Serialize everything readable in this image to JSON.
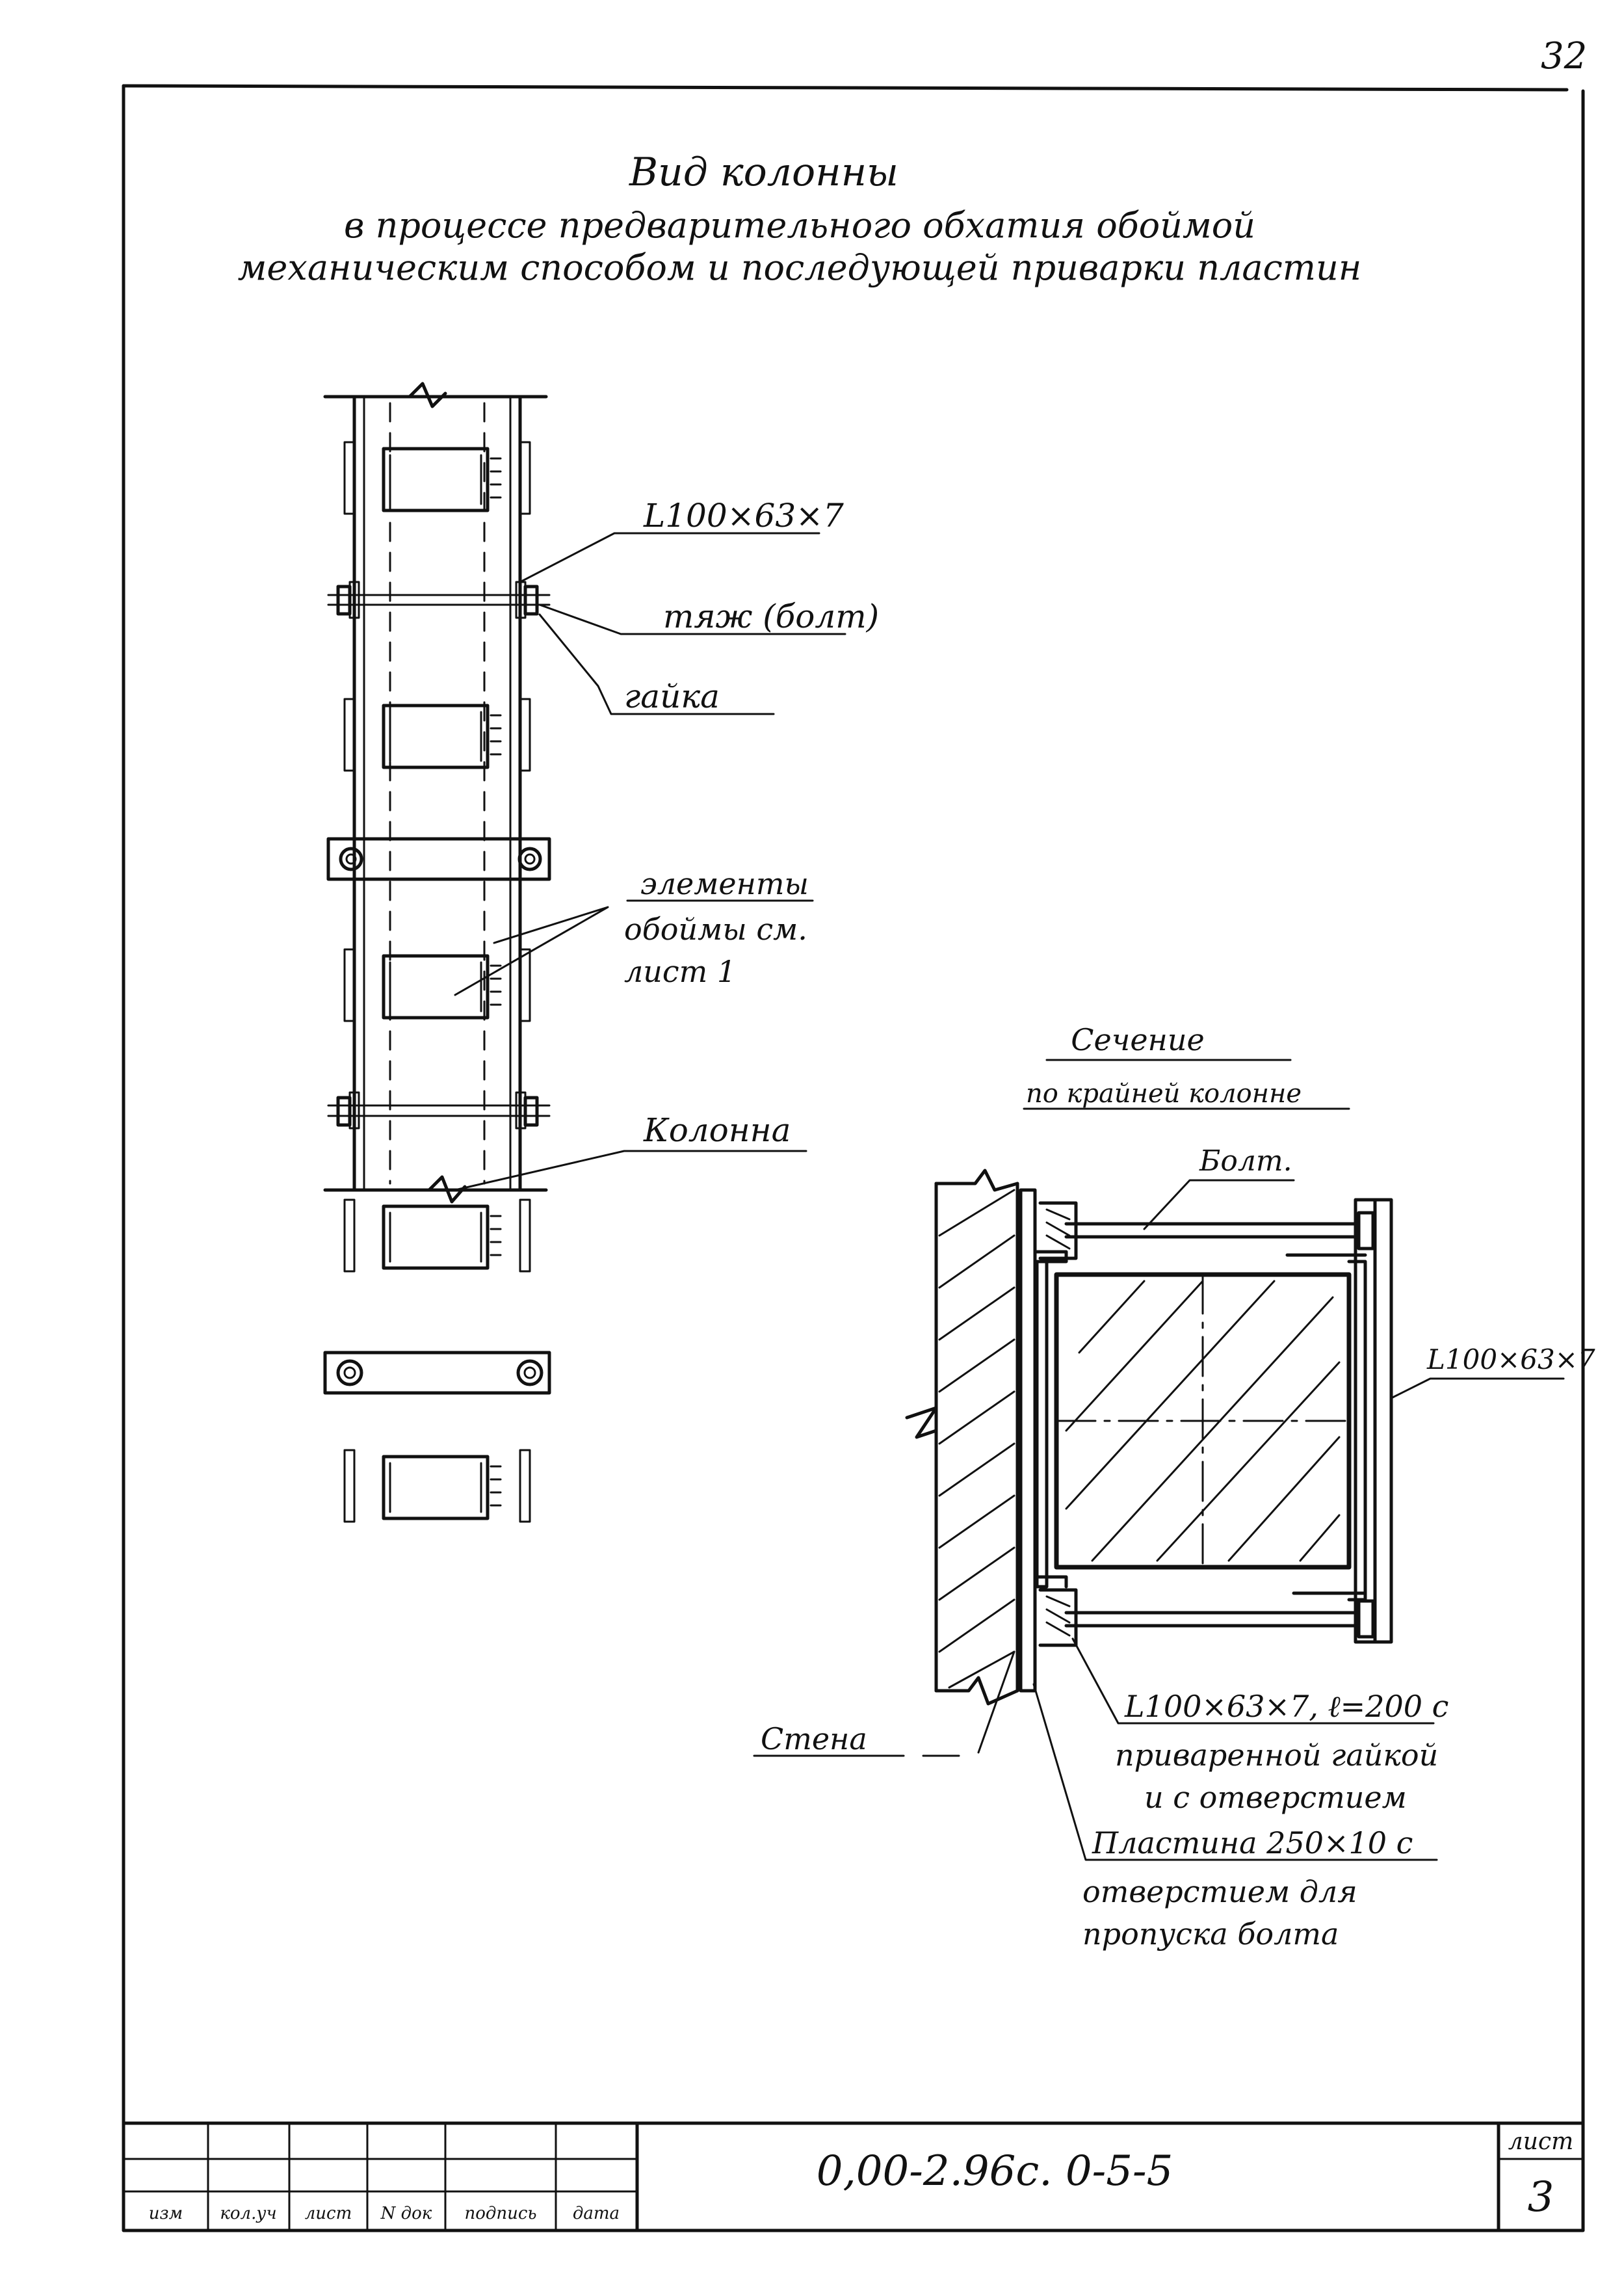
{
  "page_number": "32",
  "title": {
    "line1": "Вид колонны",
    "line2": "в процессе предварительного обхатия обоймой",
    "line3": "механическим способом и последующей приварки пластин"
  },
  "column_labels": {
    "angle": "L100×63×7",
    "tie": "тяж (болт)",
    "nut": "гайка",
    "elements_1": "элементы",
    "elements_2": "обоймы см.",
    "elements_3": "лист 1",
    "column": "Колонна"
  },
  "section": {
    "title_1": "Сечение",
    "title_2": "по крайней колонне",
    "bolt": "Болт.",
    "angle_right": "L100×63×7",
    "wall": "Стена",
    "angle_note_1": "L100×63×7, ℓ=200 с",
    "angle_note_2": "приваренной гайкой",
    "angle_note_3": "и с отверстием",
    "plate_1": "Пластина 250×10 с",
    "plate_2": "отверстием для",
    "plate_3": "пропуска болта"
  },
  "stamp": {
    "headers": [
      "изм",
      "кол.уч",
      "лист",
      "N док",
      "подпись",
      "дата"
    ],
    "designation": "0,00-2.96с. 0-5-5",
    "sheet_label": "лист",
    "sheet_number": "3"
  }
}
